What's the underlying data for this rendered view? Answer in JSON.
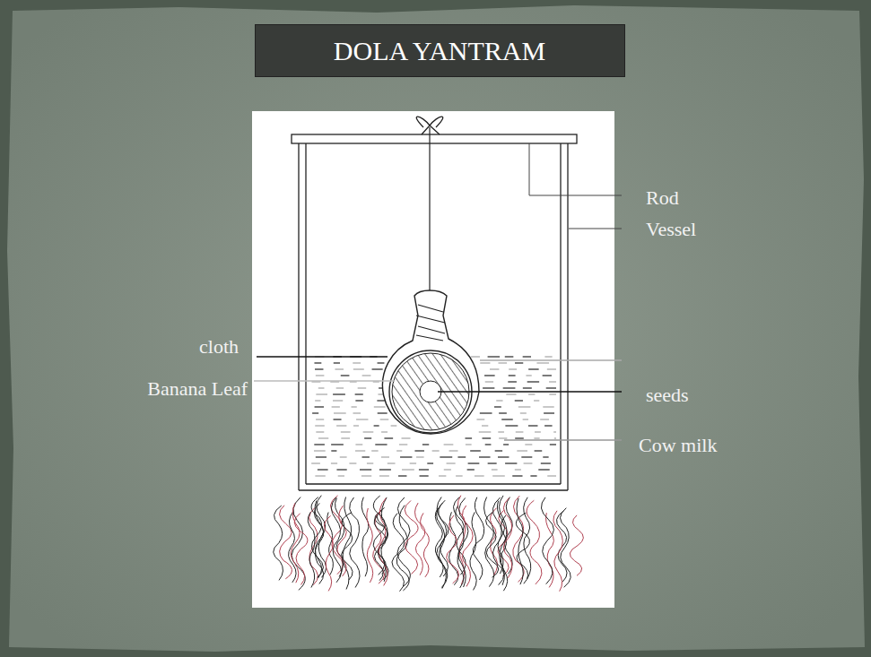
{
  "diagram": {
    "title": "DOLA YANTRAM",
    "labels": [
      "Rod",
      "Vessel",
      "cloth",
      "Banana Leaf",
      "seeds",
      "Cow milk"
    ]
  }
}
